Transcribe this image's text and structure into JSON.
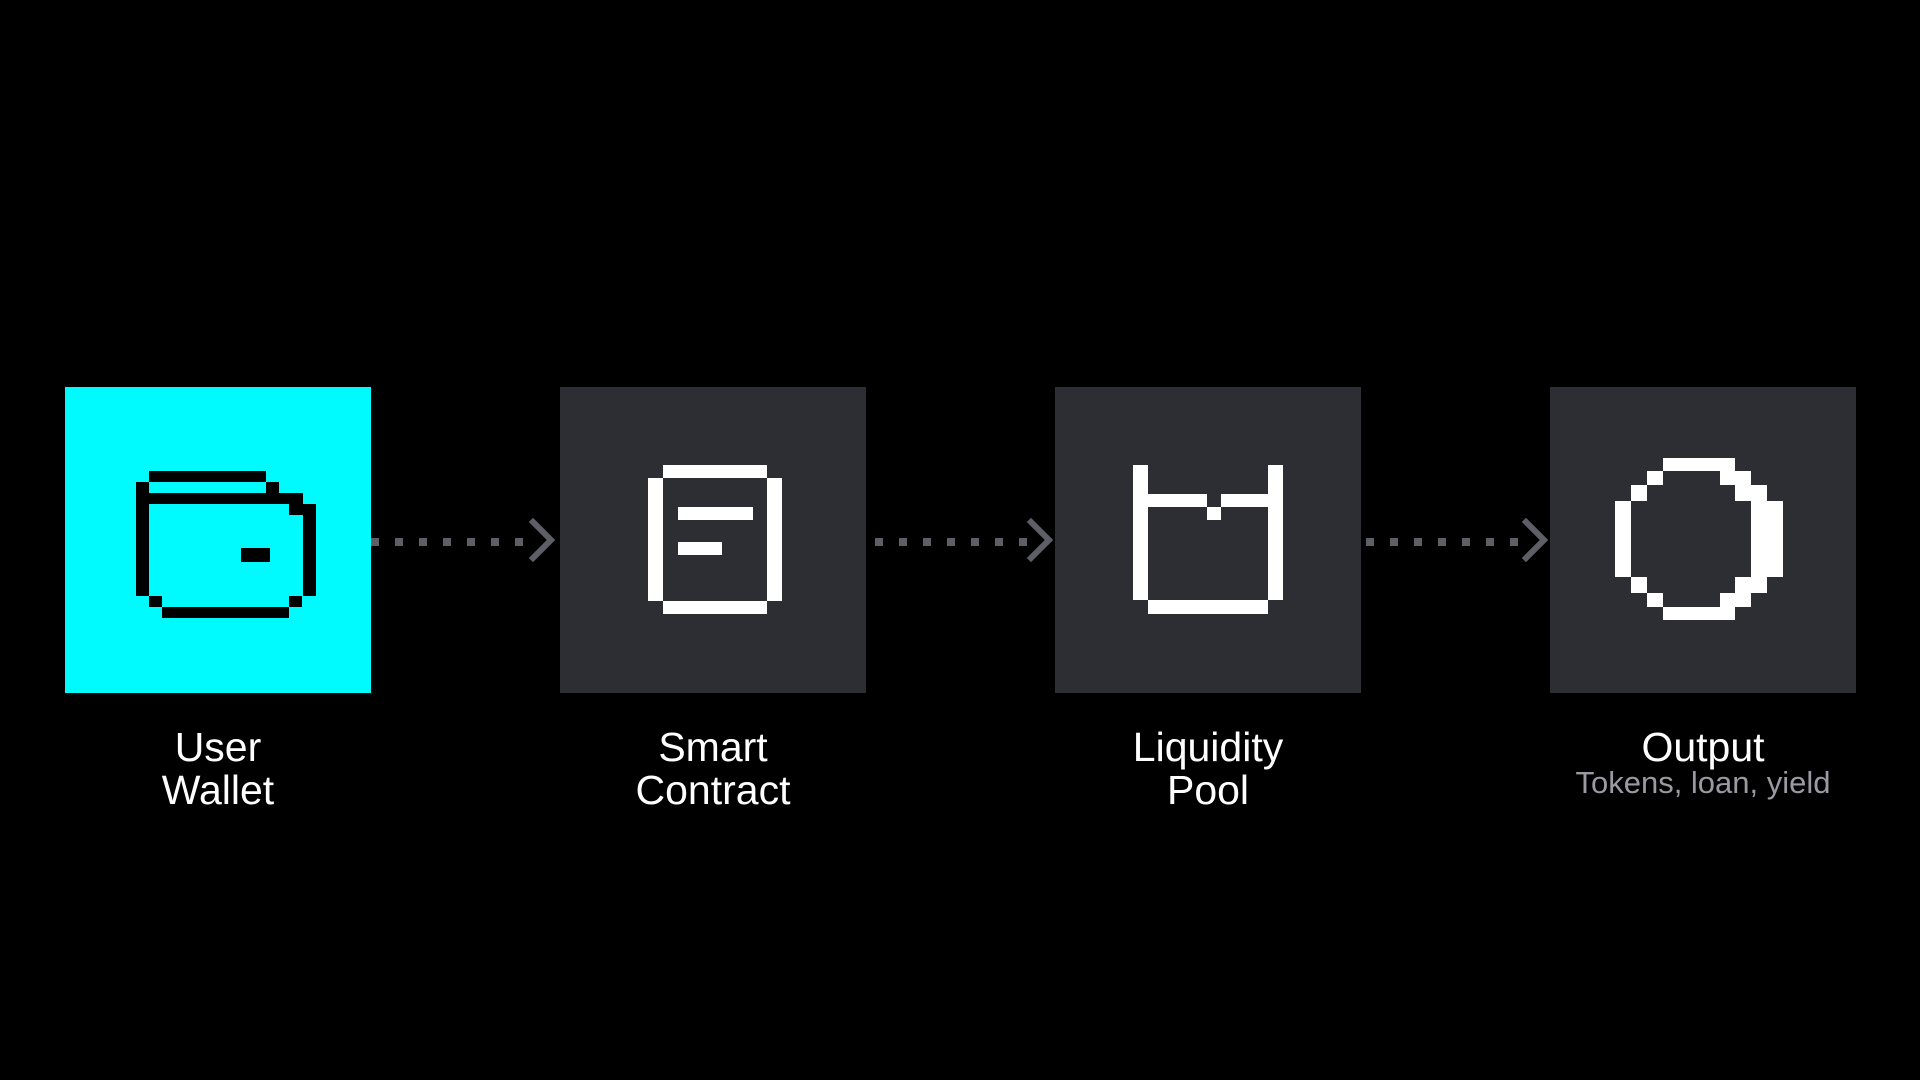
{
  "colors": {
    "background": "#000000",
    "active_fill": "#00fbff",
    "node_fill": "#2d2e34",
    "icon_on_active": "#000000",
    "icon_on_node": "#ffffff",
    "connector": "#5d5e66",
    "subtitle": "#9a9aa2"
  },
  "nodes": [
    {
      "id": "user-wallet",
      "icon": "wallet-icon",
      "active": true,
      "label_line1": "User",
      "label_line2": "Wallet"
    },
    {
      "id": "smart-contract",
      "icon": "document-icon",
      "active": false,
      "label_line1": "Smart",
      "label_line2": "Contract"
    },
    {
      "id": "liquidity-pool",
      "icon": "pool-icon",
      "active": false,
      "label_line1": "Liquidity",
      "label_line2": "Pool"
    },
    {
      "id": "output",
      "icon": "coin-icon",
      "active": false,
      "label_line1": "Output",
      "subtitle": "Tokens, loan, yield"
    }
  ],
  "connectors": [
    {
      "from": "user-wallet",
      "to": "smart-contract",
      "style": "dotted-arrow"
    },
    {
      "from": "smart-contract",
      "to": "liquidity-pool",
      "style": "dotted-arrow"
    },
    {
      "from": "liquidity-pool",
      "to": "output",
      "style": "dotted-arrow"
    }
  ]
}
